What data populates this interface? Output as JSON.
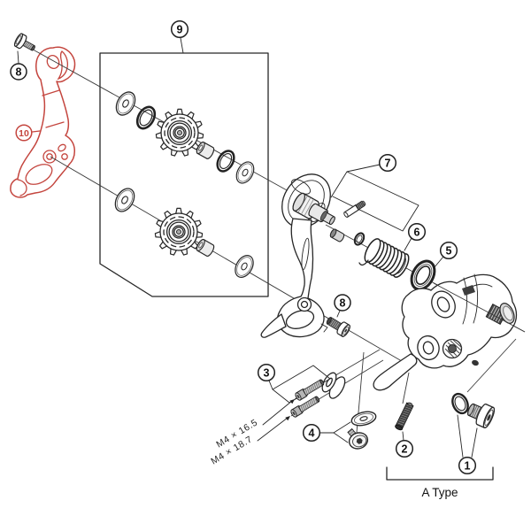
{
  "diagram": {
    "type_label": "A Type",
    "specs": {
      "screw_upper": "M4 × 16.5",
      "screw_lower": "M4 × 18.7"
    },
    "callouts": {
      "hanger_bolt": "8",
      "pulley_set_box": "9",
      "inner_plate": "10",
      "outer_plate_unit": "7",
      "tension_spring": "6",
      "seal_ring": "5",
      "plate_fixing_bolt": "8",
      "adjust_screws": "3",
      "cable_fixing_bolt": "4",
      "stopper_screw": "2",
      "bracket_axle_bolt": "1"
    },
    "colors": {
      "highlight": "#c4453e",
      "line": "#262626",
      "background": "#ffffff"
    }
  }
}
